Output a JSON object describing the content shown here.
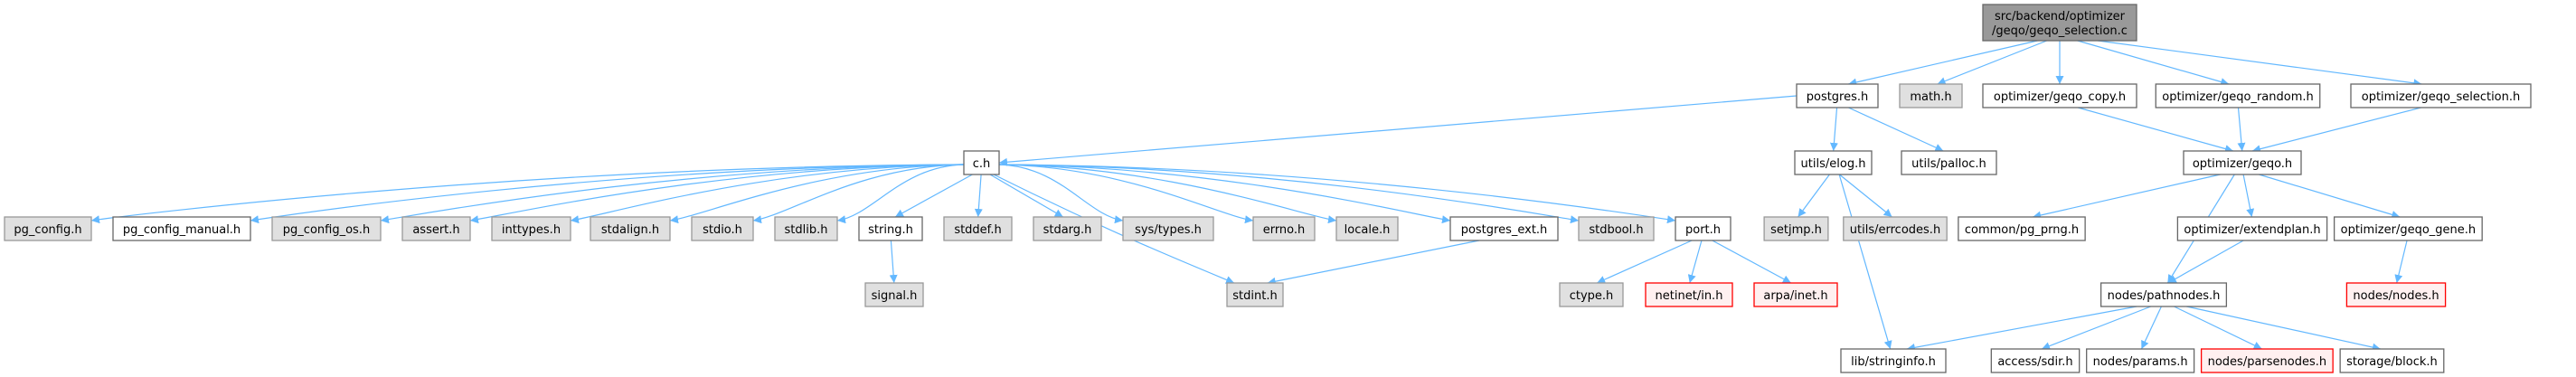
{
  "diagram": {
    "title": "Include dependency graph for geqo_selection.c",
    "edge_color": "#63b8ff",
    "nodes": [
      {
        "id": "root",
        "label_lines": [
          "src/backend/optimizer",
          "/geqo/geqo_selection.c"
        ],
        "style": "root"
      },
      {
        "id": "postgres_h",
        "label_lines": [
          "postgres.h"
        ],
        "style": "plain"
      },
      {
        "id": "math_h",
        "label_lines": [
          "math.h"
        ],
        "style": "gray"
      },
      {
        "id": "geqo_copy_h",
        "label_lines": [
          "optimizer/geqo_copy.h"
        ],
        "style": "plain"
      },
      {
        "id": "geqo_random_h",
        "label_lines": [
          "optimizer/geqo_random.h"
        ],
        "style": "plain"
      },
      {
        "id": "geqo_selection_h",
        "label_lines": [
          "optimizer/geqo_selection.h"
        ],
        "style": "plain"
      },
      {
        "id": "c_h",
        "label_lines": [
          "c.h"
        ],
        "style": "plain"
      },
      {
        "id": "utils_elog_h",
        "label_lines": [
          "utils/elog.h"
        ],
        "style": "plain"
      },
      {
        "id": "utils_palloc_h",
        "label_lines": [
          "utils/palloc.h"
        ],
        "style": "plain"
      },
      {
        "id": "geqo_h",
        "label_lines": [
          "optimizer/geqo.h"
        ],
        "style": "plain"
      },
      {
        "id": "pg_config_h",
        "label_lines": [
          "pg_config.h"
        ],
        "style": "gray"
      },
      {
        "id": "pg_config_manual_h",
        "label_lines": [
          "pg_config_manual.h"
        ],
        "style": "plain"
      },
      {
        "id": "pg_config_os_h",
        "label_lines": [
          "pg_config_os.h"
        ],
        "style": "gray"
      },
      {
        "id": "assert_h",
        "label_lines": [
          "assert.h"
        ],
        "style": "gray"
      },
      {
        "id": "inttypes_h",
        "label_lines": [
          "inttypes.h"
        ],
        "style": "gray"
      },
      {
        "id": "stdalign_h",
        "label_lines": [
          "stdalign.h"
        ],
        "style": "gray"
      },
      {
        "id": "stdio_h",
        "label_lines": [
          "stdio.h"
        ],
        "style": "gray"
      },
      {
        "id": "stdlib_h",
        "label_lines": [
          "stdlib.h"
        ],
        "style": "gray"
      },
      {
        "id": "string_h",
        "label_lines": [
          "string.h"
        ],
        "style": "plain"
      },
      {
        "id": "stddef_h",
        "label_lines": [
          "stddef.h"
        ],
        "style": "gray"
      },
      {
        "id": "stdarg_h",
        "label_lines": [
          "stdarg.h"
        ],
        "style": "gray"
      },
      {
        "id": "sys_types_h",
        "label_lines": [
          "sys/types.h"
        ],
        "style": "gray"
      },
      {
        "id": "errno_h",
        "label_lines": [
          "errno.h"
        ],
        "style": "gray"
      },
      {
        "id": "locale_h",
        "label_lines": [
          "locale.h"
        ],
        "style": "gray"
      },
      {
        "id": "postgres_ext_h",
        "label_lines": [
          "postgres_ext.h"
        ],
        "style": "plain"
      },
      {
        "id": "stdbool_h",
        "label_lines": [
          "stdbool.h"
        ],
        "style": "gray"
      },
      {
        "id": "port_h",
        "label_lines": [
          "port.h"
        ],
        "style": "plain"
      },
      {
        "id": "setjmp_h",
        "label_lines": [
          "setjmp.h"
        ],
        "style": "gray"
      },
      {
        "id": "utils_errcodes_h",
        "label_lines": [
          "utils/errcodes.h"
        ],
        "style": "gray"
      },
      {
        "id": "pg_prng_h",
        "label_lines": [
          "common/pg_prng.h"
        ],
        "style": "plain"
      },
      {
        "id": "extendplan_h",
        "label_lines": [
          "optimizer/extendplan.h"
        ],
        "style": "plain"
      },
      {
        "id": "geqo_gene_h",
        "label_lines": [
          "optimizer/geqo_gene.h"
        ],
        "style": "plain"
      },
      {
        "id": "signal_h",
        "label_lines": [
          "signal.h"
        ],
        "style": "gray"
      },
      {
        "id": "stdint_h",
        "label_lines": [
          "stdint.h"
        ],
        "style": "gray"
      },
      {
        "id": "ctype_h",
        "label_lines": [
          "ctype.h"
        ],
        "style": "gray"
      },
      {
        "id": "netinet_in_h",
        "label_lines": [
          "netinet/in.h"
        ],
        "style": "missing"
      },
      {
        "id": "arpa_inet_h",
        "label_lines": [
          "arpa/inet.h"
        ],
        "style": "missing"
      },
      {
        "id": "pathnodes_h",
        "label_lines": [
          "nodes/pathnodes.h"
        ],
        "style": "plain"
      },
      {
        "id": "nodes_h",
        "label_lines": [
          "nodes/nodes.h"
        ],
        "style": "missing"
      },
      {
        "id": "stringinfo_h",
        "label_lines": [
          "lib/stringinfo.h"
        ],
        "style": "plain"
      },
      {
        "id": "sdir_h",
        "label_lines": [
          "access/sdir.h"
        ],
        "style": "plain"
      },
      {
        "id": "params_h",
        "label_lines": [
          "nodes/params.h"
        ],
        "style": "plain"
      },
      {
        "id": "parsenodes_h",
        "label_lines": [
          "nodes/parsenodes.h"
        ],
        "style": "missing"
      },
      {
        "id": "block_h",
        "label_lines": [
          "storage/block.h"
        ],
        "style": "plain"
      }
    ],
    "edges": [
      [
        "root",
        "postgres_h"
      ],
      [
        "root",
        "math_h"
      ],
      [
        "root",
        "geqo_copy_h"
      ],
      [
        "root",
        "geqo_random_h"
      ],
      [
        "root",
        "geqo_selection_h"
      ],
      [
        "postgres_h",
        "c_h"
      ],
      [
        "postgres_h",
        "utils_elog_h"
      ],
      [
        "postgres_h",
        "utils_palloc_h"
      ],
      [
        "c_h",
        "pg_config_h"
      ],
      [
        "c_h",
        "pg_config_manual_h"
      ],
      [
        "c_h",
        "pg_config_os_h"
      ],
      [
        "c_h",
        "assert_h"
      ],
      [
        "c_h",
        "inttypes_h"
      ],
      [
        "c_h",
        "stdalign_h"
      ],
      [
        "c_h",
        "stdio_h"
      ],
      [
        "c_h",
        "stdlib_h"
      ],
      [
        "c_h",
        "string_h"
      ],
      [
        "c_h",
        "stddef_h"
      ],
      [
        "c_h",
        "stdarg_h"
      ],
      [
        "c_h",
        "stdint_h"
      ],
      [
        "c_h",
        "sys_types_h"
      ],
      [
        "c_h",
        "errno_h"
      ],
      [
        "c_h",
        "locale_h"
      ],
      [
        "c_h",
        "postgres_ext_h"
      ],
      [
        "c_h",
        "stdbool_h"
      ],
      [
        "c_h",
        "port_h"
      ],
      [
        "string_h",
        "signal_h"
      ],
      [
        "postgres_ext_h",
        "stdint_h"
      ],
      [
        "port_h",
        "ctype_h"
      ],
      [
        "port_h",
        "netinet_in_h"
      ],
      [
        "port_h",
        "arpa_inet_h"
      ],
      [
        "utils_elog_h",
        "setjmp_h"
      ],
      [
        "utils_elog_h",
        "utils_errcodes_h"
      ],
      [
        "utils_elog_h",
        "stringinfo_h"
      ],
      [
        "geqo_copy_h",
        "geqo_h"
      ],
      [
        "geqo_random_h",
        "geqo_h"
      ],
      [
        "geqo_selection_h",
        "geqo_h"
      ],
      [
        "geqo_h",
        "pg_prng_h"
      ],
      [
        "geqo_h",
        "pathnodes_h"
      ],
      [
        "geqo_h",
        "extendplan_h"
      ],
      [
        "geqo_h",
        "geqo_gene_h"
      ],
      [
        "extendplan_h",
        "pathnodes_h"
      ],
      [
        "geqo_gene_h",
        "nodes_h"
      ],
      [
        "pathnodes_h",
        "stringinfo_h"
      ],
      [
        "pathnodes_h",
        "sdir_h"
      ],
      [
        "pathnodes_h",
        "params_h"
      ],
      [
        "pathnodes_h",
        "parsenodes_h"
      ],
      [
        "pathnodes_h",
        "block_h"
      ]
    ]
  }
}
